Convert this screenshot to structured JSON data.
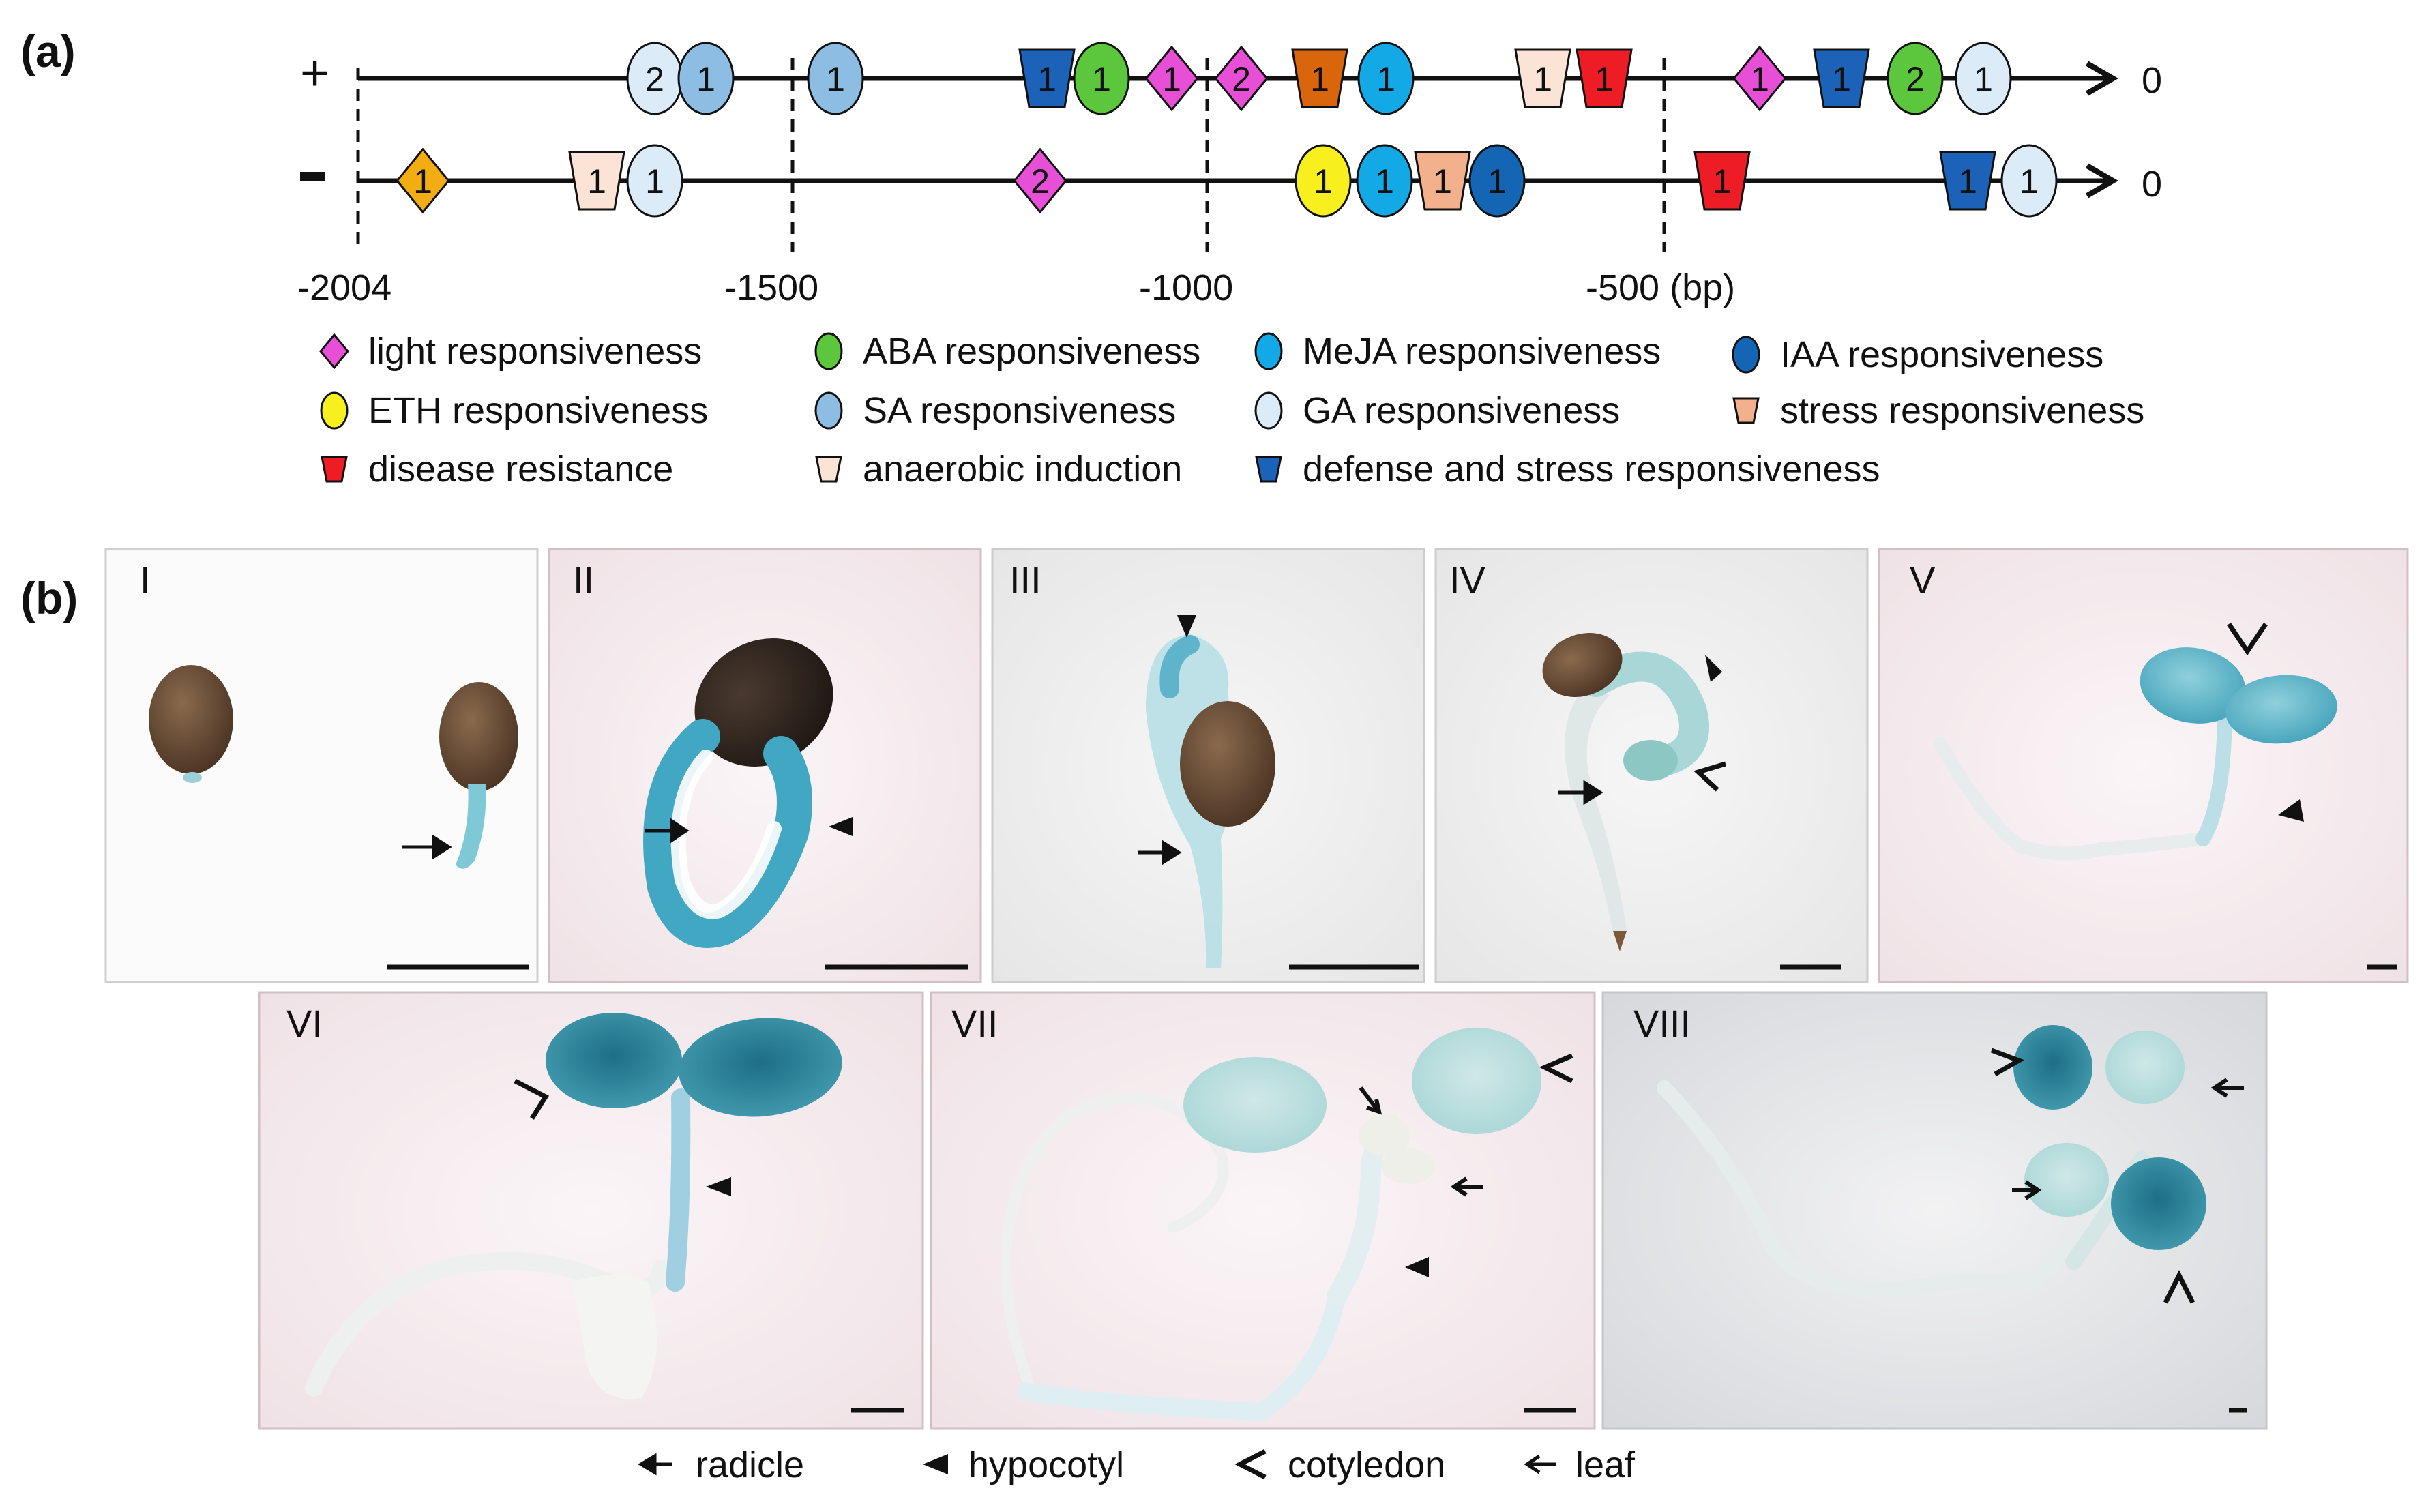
{
  "panel_a": {
    "label": "(a)",
    "strand_plus": "+",
    "strand_minus": "-",
    "end_label": "0",
    "axis_ticks": [
      "-2004",
      "-1500",
      "-1000",
      "-500 (bp)"
    ],
    "plus_elements": [
      {
        "type": "GA",
        "count": "2"
      },
      {
        "type": "SA",
        "count": "1"
      },
      {
        "type": "SA",
        "count": "1"
      },
      {
        "type": "defense",
        "count": "1"
      },
      {
        "type": "ABA",
        "count": "1"
      },
      {
        "type": "light",
        "count": "1"
      },
      {
        "type": "light",
        "count": "2"
      },
      {
        "type": "stress_orange",
        "count": "1"
      },
      {
        "type": "MeJA",
        "count": "1"
      },
      {
        "type": "anaerobic",
        "count": "1"
      },
      {
        "type": "disease",
        "count": "1"
      },
      {
        "type": "light",
        "count": "1"
      },
      {
        "type": "defense",
        "count": "1"
      },
      {
        "type": "ABA",
        "count": "2"
      },
      {
        "type": "GA",
        "count": "1"
      }
    ],
    "minus_elements": [
      {
        "type": "ETH_orange",
        "count": "1"
      },
      {
        "type": "anaerobic",
        "count": "1"
      },
      {
        "type": "GA",
        "count": "1"
      },
      {
        "type": "light",
        "count": "2"
      },
      {
        "type": "ETH",
        "count": "1"
      },
      {
        "type": "MeJA",
        "count": "1"
      },
      {
        "type": "stress",
        "count": "1"
      },
      {
        "type": "IAA",
        "count": "1"
      },
      {
        "type": "disease",
        "count": "1"
      },
      {
        "type": "defense",
        "count": "1"
      },
      {
        "type": "GA",
        "count": "1"
      }
    ],
    "legend": [
      {
        "key": "light",
        "text": "light responsiveness"
      },
      {
        "key": "ABA",
        "text": "ABA responsiveness"
      },
      {
        "key": "MeJA",
        "text": "MeJA responsiveness"
      },
      {
        "key": "IAA",
        "text": "IAA responsiveness"
      },
      {
        "key": "ETH",
        "text": "ETH responsiveness"
      },
      {
        "key": "SA",
        "text": "SA responsiveness"
      },
      {
        "key": "GA",
        "text": "GA responsiveness"
      },
      {
        "key": "stress",
        "text": "stress responsiveness"
      },
      {
        "key": "disease",
        "text": "disease resistance"
      },
      {
        "key": "anaerobic",
        "text": "anaerobic induction"
      },
      {
        "key": "defense",
        "text": "defense and stress responsiveness"
      }
    ],
    "colors": {
      "light": "#e64fd6",
      "ABA": "#5cc63c",
      "MeJA": "#12a9e6",
      "IAA": "#1565b5",
      "ETH": "#f7f01e",
      "ETH_orange": "#f2ad12",
      "SA": "#8dbde2",
      "GA": "#dcebf8",
      "stress": "#f3b08c",
      "stress_orange": "#d9650c",
      "disease": "#ee1c24",
      "anaerobic": "#fbe3d6",
      "defense": "#1b62b8"
    }
  },
  "panel_b": {
    "label": "(b)",
    "panels": [
      "I",
      "II",
      "III",
      "IV",
      "V",
      "VI",
      "VII",
      "VIII"
    ],
    "arrow_legend": [
      {
        "symbol": "radicle-arrow-icon",
        "text": "radicle"
      },
      {
        "symbol": "hypocotyl-arrowhead-icon",
        "text": "hypocotyl"
      },
      {
        "symbol": "cotyledon-chevron-icon",
        "text": "cotyledon"
      },
      {
        "symbol": "leaf-arrow-icon",
        "text": "leaf"
      }
    ]
  }
}
